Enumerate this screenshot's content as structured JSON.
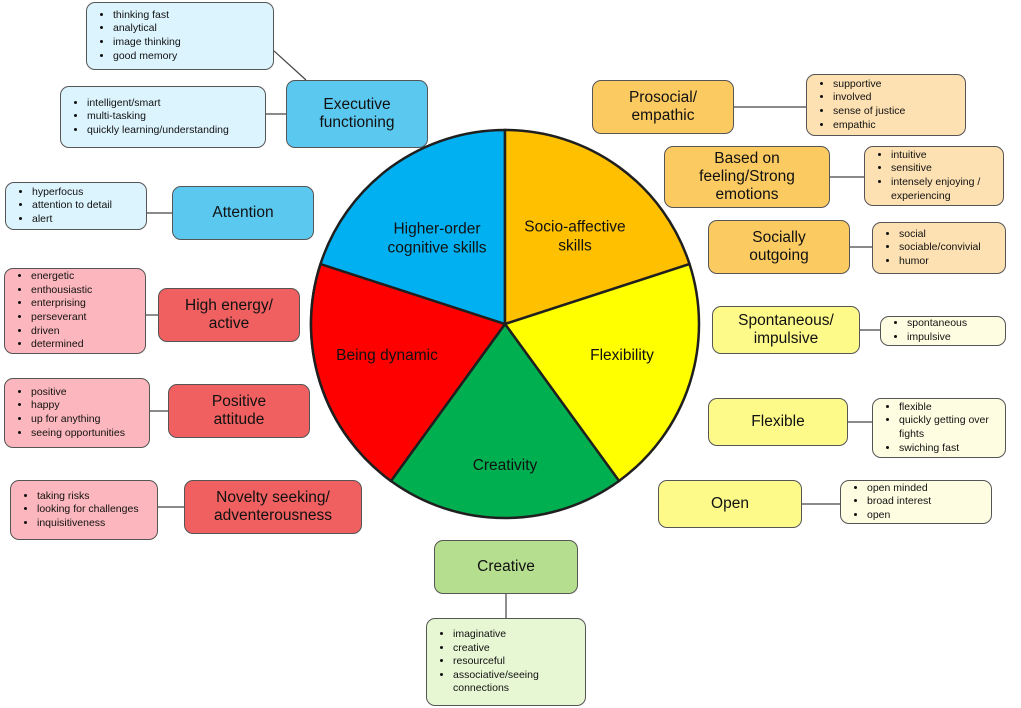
{
  "colors": {
    "cognitive": "#00b0f0",
    "socio": "#ffc000",
    "flexibility": "#ffff00",
    "creativity": "#00b050",
    "dynamic": "#ff0000",
    "cognitive_cat": "#5bc8f0",
    "cognitive_det": "#dcf4fd",
    "dynamic_cat": "#f06060",
    "dynamic_det": "#fbb7bd",
    "creative_cat": "#b5de8f",
    "creative_det": "#e7f7d4",
    "socio_cat": "#fbcb62",
    "socio_det": "#fde1b3",
    "flex_cat": "#fdfa8a",
    "flex_det": "#fefde2"
  },
  "pie": {
    "segments": [
      {
        "id": "cognitive",
        "label_lines": [
          "Higher-order",
          "cognitive skills"
        ],
        "color_key": "cognitive"
      },
      {
        "id": "socio",
        "label_lines": [
          "Socio-affective",
          "skills"
        ],
        "color_key": "socio"
      },
      {
        "id": "flexibility",
        "label_lines": [
          "Flexibility"
        ],
        "color_key": "flexibility"
      },
      {
        "id": "creativity",
        "label_lines": [
          "Creativity"
        ],
        "color_key": "creativity"
      },
      {
        "id": "dynamic",
        "label_lines": [
          "Being dynamic"
        ],
        "color_key": "dynamic"
      }
    ]
  },
  "groups": [
    {
      "id": "executive",
      "label_lines": [
        "Executive",
        "functioning"
      ],
      "color_key": "cognitive",
      "details": [
        [
          "thinking fast",
          "analytical",
          "image thinking",
          "good memory"
        ],
        [
          "intelligent/smart",
          "multi-tasking",
          "quickly learning/understanding"
        ]
      ]
    },
    {
      "id": "attention",
      "label_lines": [
        "Attention"
      ],
      "color_key": "cognitive",
      "details": [
        [
          "hyperfocus",
          "attention to detail",
          "alert"
        ]
      ]
    },
    {
      "id": "high-energy",
      "label_lines": [
        "High energy/",
        "active"
      ],
      "color_key": "dynamic",
      "details": [
        [
          "energetic",
          "enthousiastic",
          "enterprising",
          "perseverant",
          "driven",
          "determined"
        ]
      ]
    },
    {
      "id": "positive",
      "label_lines": [
        "Positive",
        "attitude"
      ],
      "color_key": "dynamic",
      "details": [
        [
          "positive",
          "happy",
          "up for anything",
          "seeing opportunities"
        ]
      ]
    },
    {
      "id": "novelty",
      "label_lines": [
        "Novelty seeking/",
        "adventerousness"
      ],
      "color_key": "dynamic",
      "details": [
        [
          "taking risks",
          "looking for challenges",
          "inquisitiveness"
        ]
      ]
    },
    {
      "id": "creative",
      "label_lines": [
        "Creative"
      ],
      "color_key": "creative",
      "details": [
        [
          "imaginative",
          "creative",
          "resourceful",
          "associative/seeing connections"
        ]
      ]
    },
    {
      "id": "prosocial",
      "label_lines": [
        "Prosocial/",
        "empathic"
      ],
      "color_key": "socio",
      "details": [
        [
          "supportive",
          "involved",
          "sense of justice",
          "empathic"
        ]
      ]
    },
    {
      "id": "feeling",
      "label_lines": [
        "Based on",
        "feeling/Strong",
        "emotions"
      ],
      "color_key": "socio",
      "details": [
        [
          "intuitive",
          "sensitive",
          "intensely enjoying / experiencing"
        ]
      ]
    },
    {
      "id": "socially",
      "label_lines": [
        "Socially",
        "outgoing"
      ],
      "color_key": "socio",
      "details": [
        [
          "social",
          "sociable/convivial",
          "humor"
        ]
      ]
    },
    {
      "id": "spontaneous",
      "label_lines": [
        "Spontaneous/",
        "impulsive"
      ],
      "color_key": "flex",
      "details": [
        [
          "spontaneous",
          "impulsive"
        ]
      ]
    },
    {
      "id": "flexible",
      "label_lines": [
        "Flexible"
      ],
      "color_key": "flex",
      "details": [
        [
          "flexible",
          "quickly getting over fights",
          "swiching fast"
        ]
      ]
    },
    {
      "id": "open",
      "label_lines": [
        "Open"
      ],
      "color_key": "flex",
      "details": [
        [
          "open minded",
          "broad interest",
          "open"
        ]
      ]
    }
  ]
}
